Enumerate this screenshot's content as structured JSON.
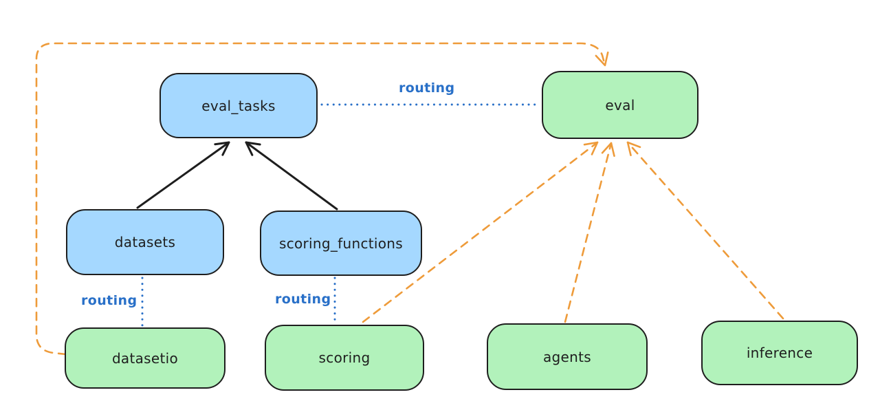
{
  "colors": {
    "background": "#ffffff",
    "node_stroke": "#1e1e1e",
    "blue_node_fill": "#a5d8ff",
    "green_node_fill": "#b2f2bb",
    "routing_blue": "#2970c8",
    "provider_orange": "#ee9b3a",
    "black_arrow": "#1e1e1e"
  },
  "nodes": {
    "eval_tasks": {
      "label": "eval_tasks",
      "fill": "blue"
    },
    "eval": {
      "label": "eval",
      "fill": "green"
    },
    "datasets": {
      "label": "datasets",
      "fill": "blue"
    },
    "scoring_functions": {
      "label": "scoring_functions",
      "fill": "blue"
    },
    "datasetio": {
      "label": "datasetio",
      "fill": "green"
    },
    "scoring": {
      "label": "scoring",
      "fill": "green"
    },
    "agents": {
      "label": "agents",
      "fill": "green"
    },
    "inference": {
      "label": "inference",
      "fill": "green"
    }
  },
  "edge_labels": {
    "eval_tasks_eval": "routing",
    "datasets_datasetio": "routing",
    "scoring_functions_scoring": "routing"
  },
  "edges": [
    {
      "from": "datasets",
      "to": "eval_tasks",
      "style": "solid-black-arrow"
    },
    {
      "from": "scoring_functions",
      "to": "eval_tasks",
      "style": "solid-black-arrow"
    },
    {
      "from": "eval_tasks",
      "to": "eval",
      "style": "dotted-blue",
      "label": "routing"
    },
    {
      "from": "datasets",
      "to": "datasetio",
      "style": "dotted-blue",
      "label": "routing"
    },
    {
      "from": "scoring_functions",
      "to": "scoring",
      "style": "dotted-blue",
      "label": "routing"
    },
    {
      "from": "datasetio",
      "to": "eval",
      "style": "dashed-orange-arrow"
    },
    {
      "from": "scoring",
      "to": "eval",
      "style": "dashed-orange-arrow"
    },
    {
      "from": "agents",
      "to": "eval",
      "style": "dashed-orange-arrow"
    },
    {
      "from": "inference",
      "to": "eval",
      "style": "dashed-orange-arrow"
    }
  ]
}
